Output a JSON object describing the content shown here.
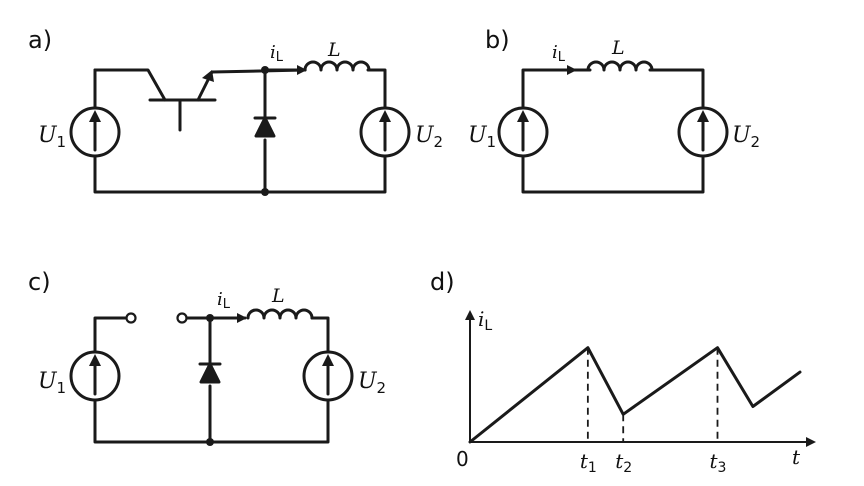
{
  "panels": {
    "a": {
      "label": "a)",
      "current": "i",
      "current_sub": "L",
      "inductor": "L",
      "src1": "U",
      "src1_sub": "1",
      "src2": "U",
      "src2_sub": "2"
    },
    "b": {
      "label": "b)",
      "current": "i",
      "current_sub": "L",
      "inductor": "L",
      "src1": "U",
      "src1_sub": "1",
      "src2": "U",
      "src2_sub": "2"
    },
    "c": {
      "label": "c)",
      "current": "i",
      "current_sub": "L",
      "inductor": "L",
      "src1": "U",
      "src1_sub": "1",
      "src2": "U",
      "src2_sub": "2"
    },
    "d": {
      "label": "d)"
    }
  },
  "chart_data": {
    "type": "line",
    "ylabel": "i",
    "ylabel_sub": "L",
    "xlabel": "t",
    "origin_label": "0",
    "ticks": [
      {
        "label": "t",
        "sub": "1",
        "x": 1
      },
      {
        "label": "t",
        "sub": "2",
        "x": 1.3
      },
      {
        "label": "t",
        "sub": "3",
        "x": 2.1
      }
    ],
    "x": [
      0,
      1,
      1.3,
      2.1,
      2.4,
      2.8
    ],
    "y": [
      0,
      0.85,
      0.25,
      0.85,
      0.32,
      0.63
    ],
    "xlim": [
      0,
      2.8
    ],
    "ylim": [
      0,
      1.1
    ]
  }
}
